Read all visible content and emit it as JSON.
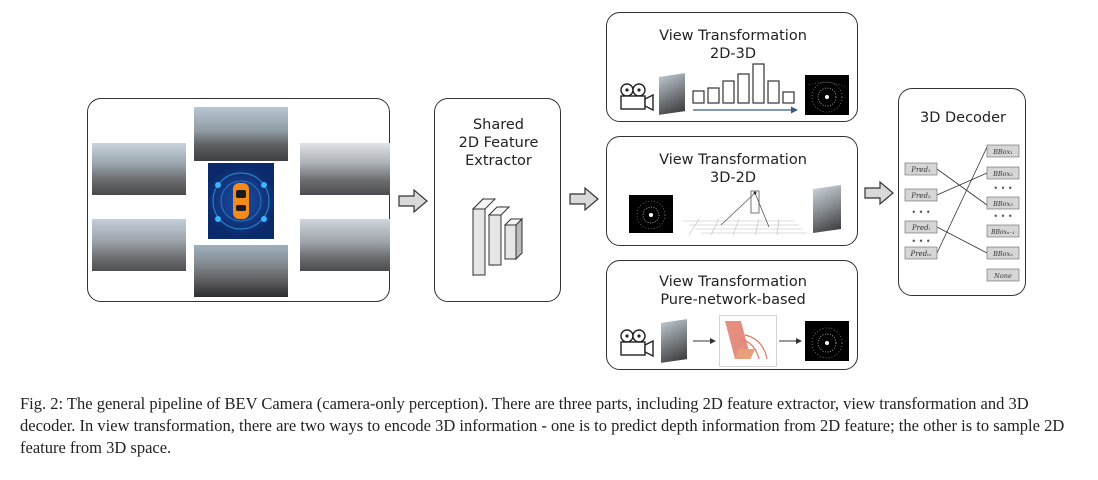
{
  "extractor": {
    "line1": "Shared",
    "line2": "2D Feature",
    "line3": "Extractor"
  },
  "vt_depth": {
    "title": "View Transformation",
    "subtitle": "2D-3D"
  },
  "vt_sample": {
    "title": "View Transformation",
    "subtitle": "3D-2D"
  },
  "vt_network": {
    "title": "View Transformation",
    "subtitle": "Pure-network-based"
  },
  "decoder": {
    "title": "3D Decoder",
    "preds": [
      "Pred₁",
      "Pred₂",
      "Predᵢ",
      "Predₘ"
    ],
    "bboxes": [
      "BBox₁",
      "BBox₂",
      "BBox₃",
      "BBoxₙ₋₁",
      "BBoxₙ"
    ],
    "none_label": "None",
    "ellipsis": "• • •"
  },
  "caption": "Fig. 2: The general pipeline of BEV Camera (camera-only perception). There are three parts, including 2D feature extractor, view transformation and 3D decoder. In view transformation, there are two ways to encode 3D information - one is to predict depth information from 2D feature; the other is to sample 2D feature from 3D space.",
  "colors": {
    "border": "#333333",
    "arrow_fill": "#d9d9d9",
    "car_bg": "#0b2a6b",
    "car_accent": "#f28a1c"
  }
}
